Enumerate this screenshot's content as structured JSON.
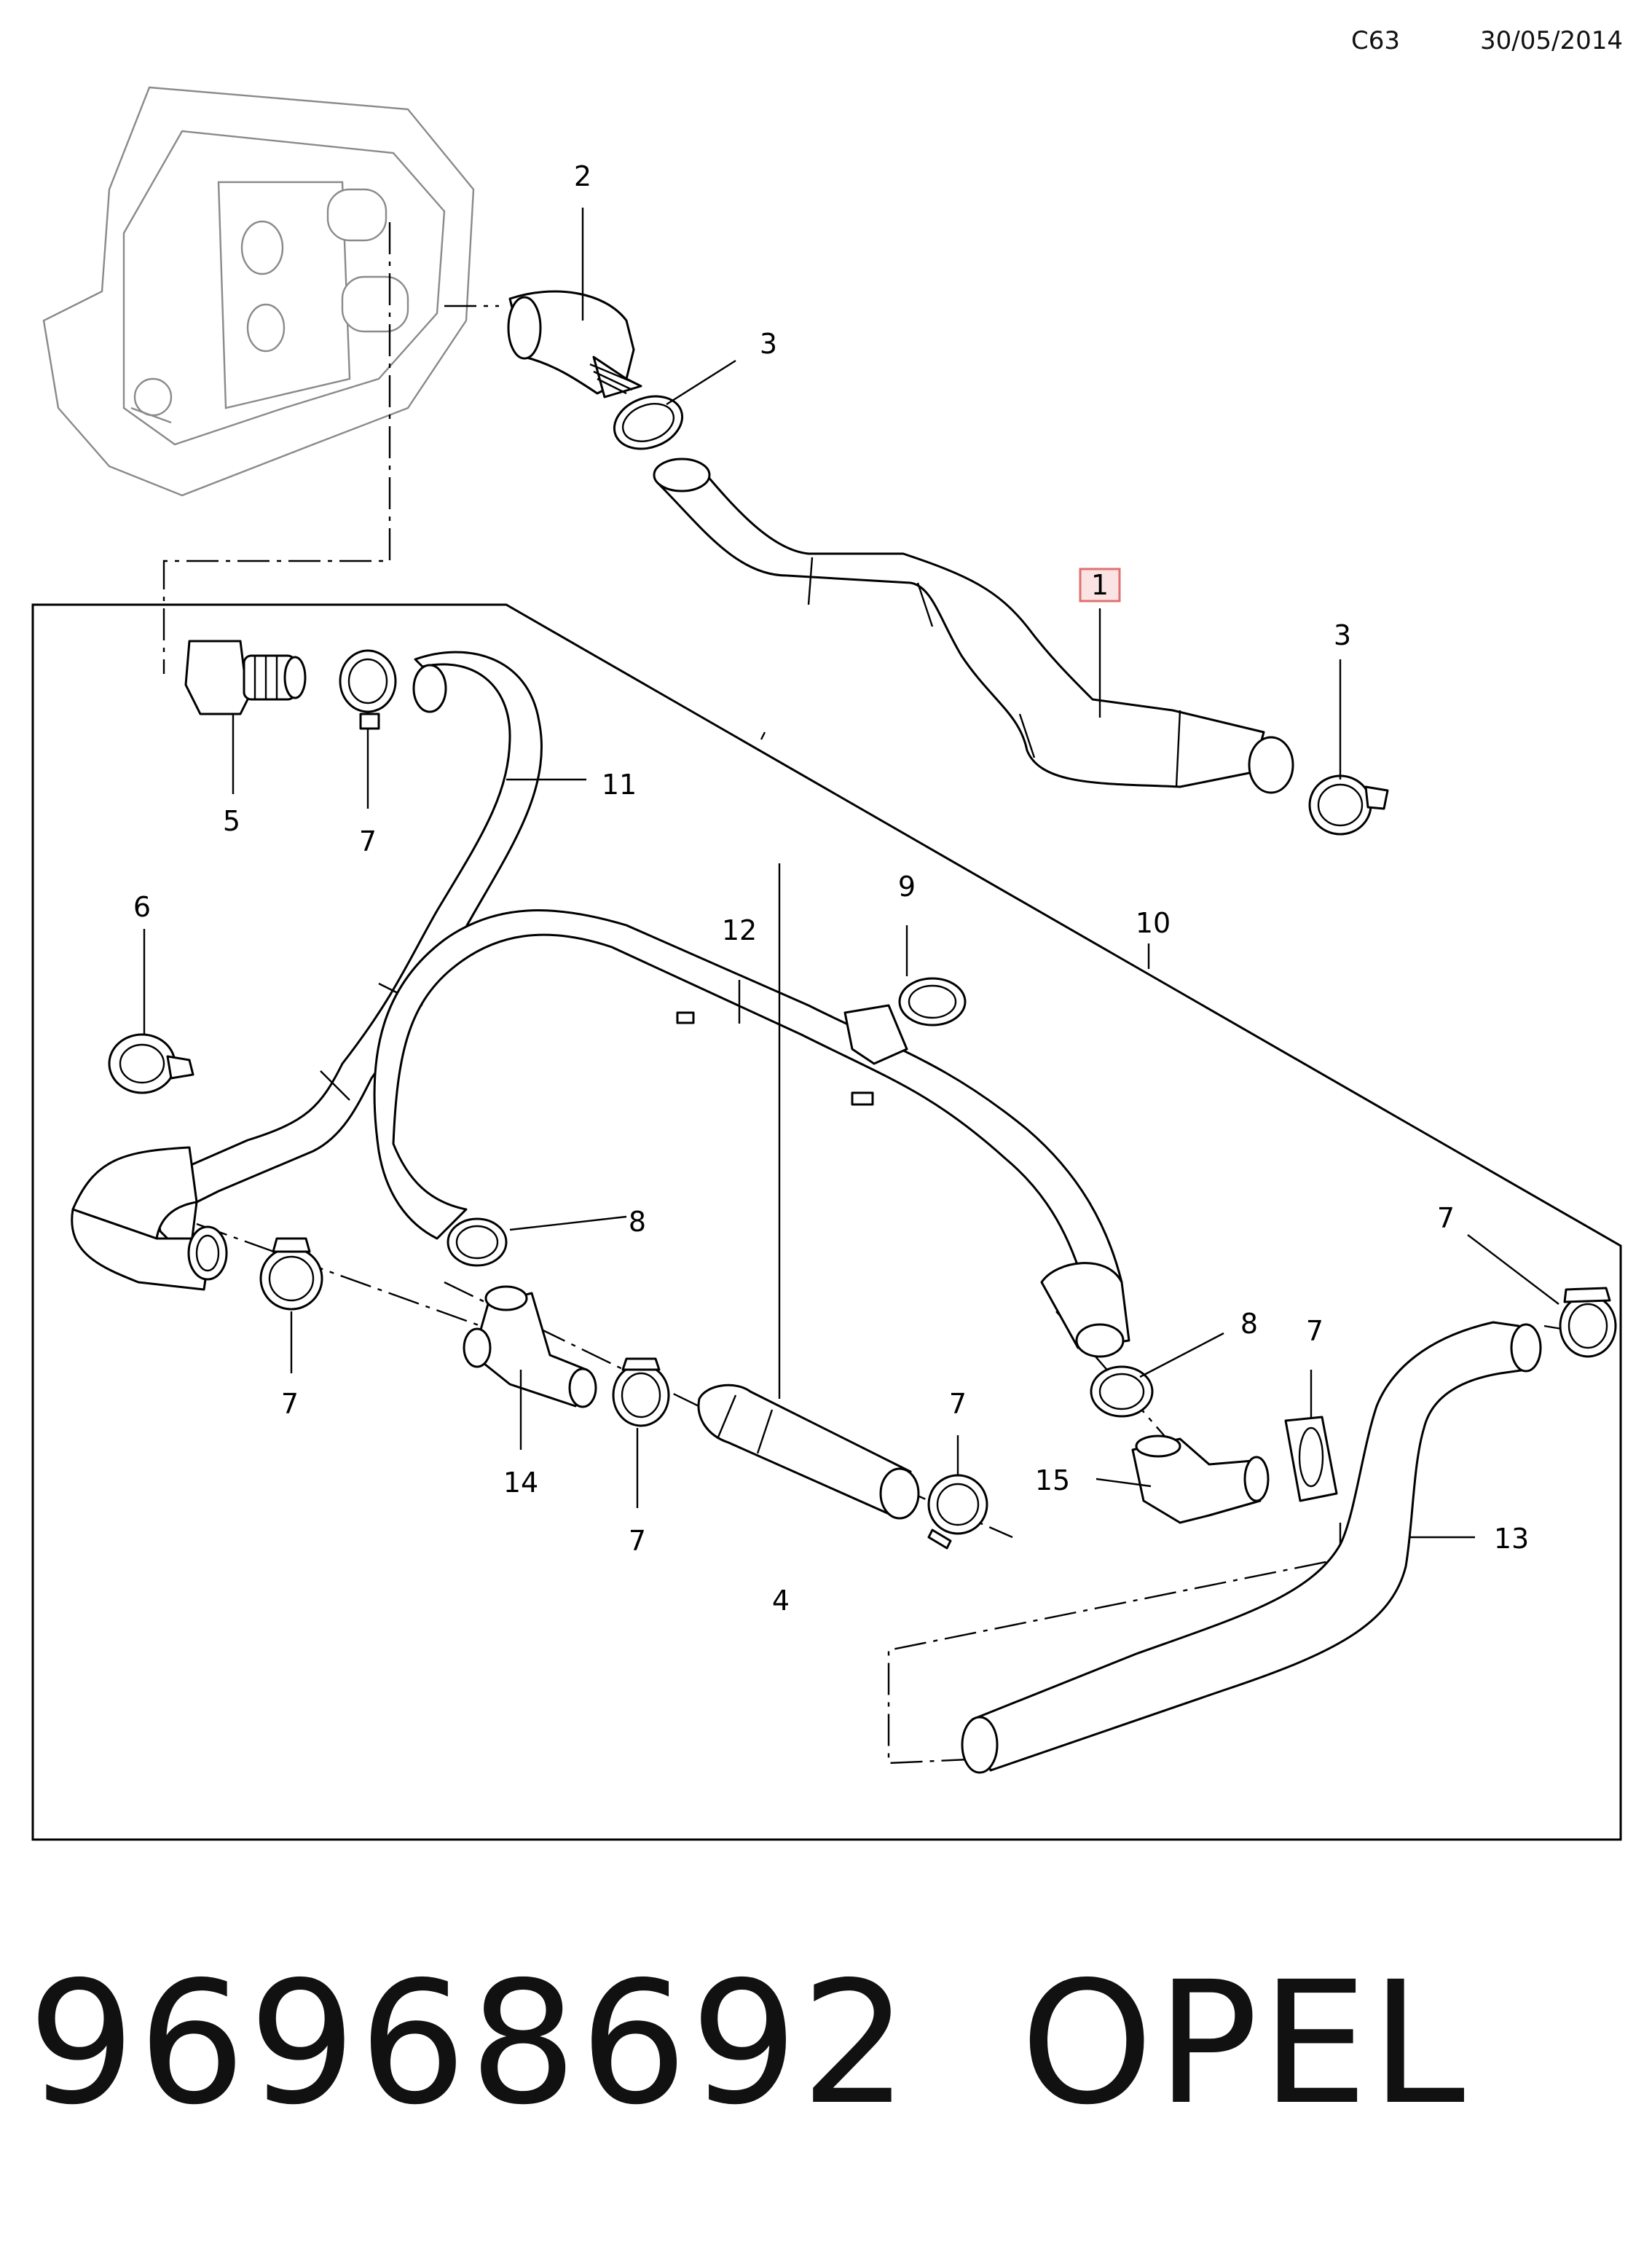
{
  "header": {
    "code": "C63",
    "date": "30/05/2014"
  },
  "footer": {
    "part_number": "96968692",
    "brand": "OPEL"
  },
  "highlight_color": "#e07070",
  "callouts": {
    "c1": "1",
    "c2": "2",
    "c3a": "3",
    "c3b": "3",
    "c4": "4",
    "c5": "5",
    "c6": "6",
    "c7a": "7",
    "c7b": "7",
    "c7c": "7",
    "c7d": "7",
    "c7e": "7",
    "c7f": "7",
    "c8a": "8",
    "c8b": "8",
    "c9": "9",
    "c10": "10",
    "c11": "11",
    "c12": "12",
    "c13": "13",
    "c14": "14",
    "c15": "15"
  }
}
